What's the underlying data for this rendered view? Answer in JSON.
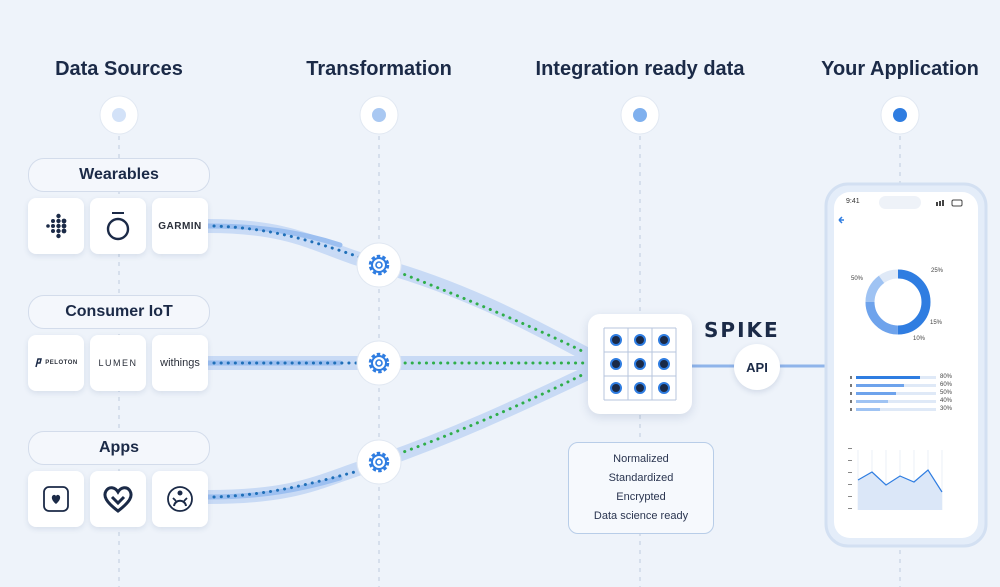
{
  "columns": [
    "Data Sources",
    "Transformation",
    "Integration ready data",
    "Your Application"
  ],
  "groups": [
    {
      "label": "Wearables",
      "tiles": [
        {
          "icon": "fitbit-logo-icon",
          "text": ""
        },
        {
          "icon": "oura-logo-icon",
          "text": ""
        },
        {
          "icon": "garmin-logo-icon",
          "text": "GARMIN"
        }
      ]
    },
    {
      "label": "Consumer IoT",
      "tiles": [
        {
          "icon": "peloton-logo-icon",
          "text": "PELOTON"
        },
        {
          "icon": "lumen-logo-icon",
          "text": "LUMEN"
        },
        {
          "icon": "withings-logo-icon",
          "text": "withings"
        }
      ]
    },
    {
      "label": "Apps",
      "tiles": [
        {
          "icon": "apple-health-icon",
          "text": ""
        },
        {
          "icon": "heart-app-icon",
          "text": ""
        },
        {
          "icon": "samsung-health-icon",
          "text": ""
        }
      ]
    }
  ],
  "features": [
    "Normalized",
    "Standardized",
    "Encrypted",
    "Data science ready"
  ],
  "brand": "SPIKE",
  "api_label": "API",
  "phone": {
    "time": "9:41",
    "donut_labels": [
      "50%",
      "25%",
      "15%",
      "10%"
    ],
    "list_pcts": [
      "80%",
      "60%",
      "50%",
      "40%",
      "30%"
    ]
  },
  "colors": {
    "accent": "#2f7de1",
    "dots": "#2fae4a",
    "band": "#bcd3f4"
  }
}
